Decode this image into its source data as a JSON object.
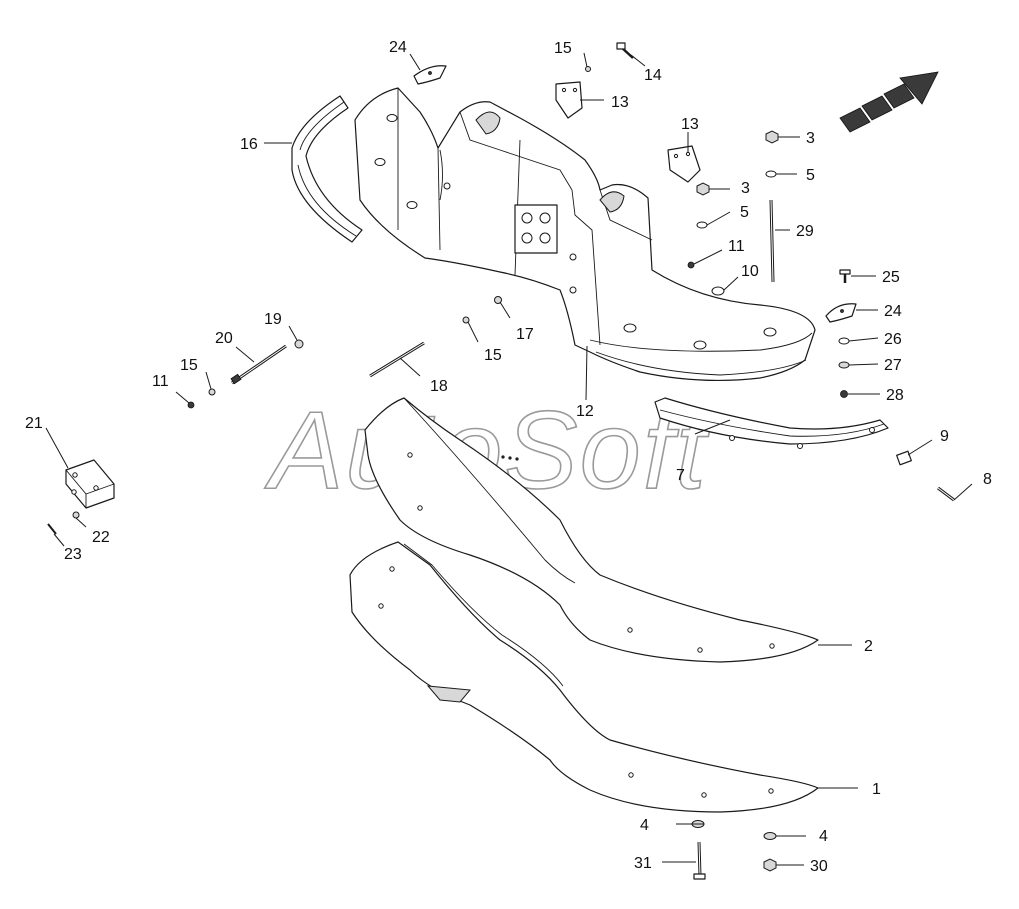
{
  "watermark": "AutoSoft",
  "callouts": {
    "c1": "1",
    "c2": "2",
    "c3a": "3",
    "c3b": "3",
    "c4a": "4",
    "c4b": "4",
    "c5a": "5",
    "c5b": "5",
    "c7": "7",
    "c8": "8",
    "c9": "9",
    "c10": "10",
    "c11a": "11",
    "c11b": "11",
    "c12": "12",
    "c13a": "13",
    "c13b": "13",
    "c14": "14",
    "c15a": "15",
    "c15b": "15",
    "c15c": "15",
    "c16": "16",
    "c17": "17",
    "c18": "18",
    "c19": "19",
    "c20": "20",
    "c21": "21",
    "c22": "22",
    "c23": "23",
    "c24a": "24",
    "c24b": "24",
    "c25": "25",
    "c26": "26",
    "c27": "27",
    "c28": "28",
    "c29": "29",
    "c30": "30",
    "c31": "31"
  },
  "colors": {
    "line": "#1a1a1a",
    "watermark": "#9a9a9a",
    "arrow": "#111111"
  },
  "icons": {
    "direction": "forward-direction-arrow-icon"
  }
}
